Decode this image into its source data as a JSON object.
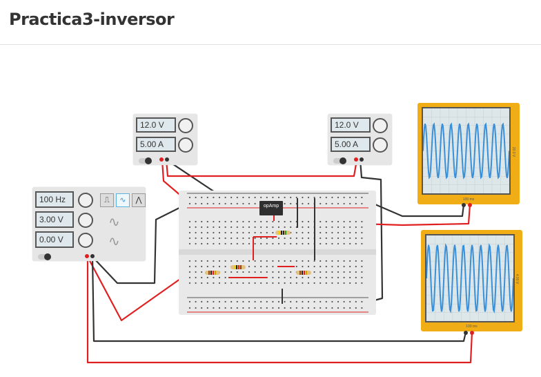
{
  "title": "Practica3-inversor",
  "power_supply_1": {
    "voltage": "12.0 V",
    "current": "5.00 A"
  },
  "power_supply_2": {
    "voltage": "12.0 V",
    "current": "5.00 A"
  },
  "function_generator": {
    "frequency": "100 Hz",
    "amplitude": "3.00 V",
    "offset": "0.00 V",
    "waveforms": [
      "square",
      "sine",
      "triangle"
    ],
    "selected_waveform": "sine"
  },
  "oscilloscope_1": {
    "time_div": "100 ms",
    "volt_div": "20.0 V",
    "cycles": 10
  },
  "oscilloscope_2": {
    "time_div": "100 ms",
    "volt_div": "4.00 V",
    "cycles": 10
  },
  "breadboard": {
    "ic_label": "opAmp",
    "resistor_count": 4
  },
  "colors": {
    "wire_red": "#e02020",
    "wire_black": "#333333",
    "scope_frame": "#f1ad16",
    "trace": "#3a8fd9"
  }
}
